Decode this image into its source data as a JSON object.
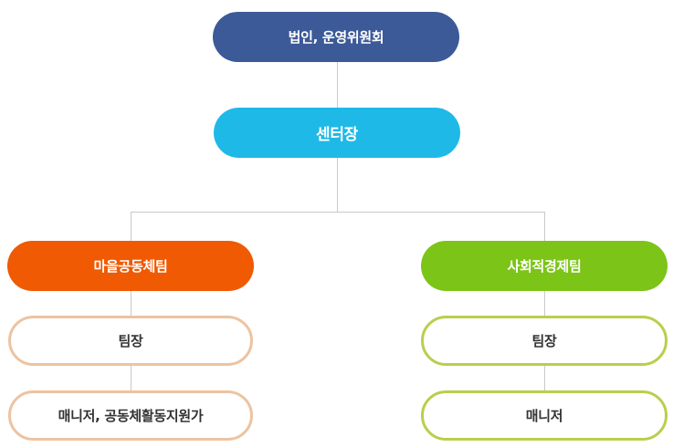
{
  "org_chart": {
    "board": "법인, 운영위원회",
    "director": "센터장",
    "left_team": {
      "name": "마을공동체팀",
      "lead": "팀장",
      "staff": "매니저, 공동체활동지원가"
    },
    "right_team": {
      "name": "사회적경제팀",
      "lead": "팀장",
      "staff": "매니저"
    }
  },
  "colors": {
    "board": "#3c5a98",
    "director": "#1fb9e8",
    "left_team": "#ef5a03",
    "right_team": "#7cc418",
    "left_outline": "#edc3a0",
    "right_outline": "#b8cf4c",
    "connector": "#c9c9c9"
  }
}
